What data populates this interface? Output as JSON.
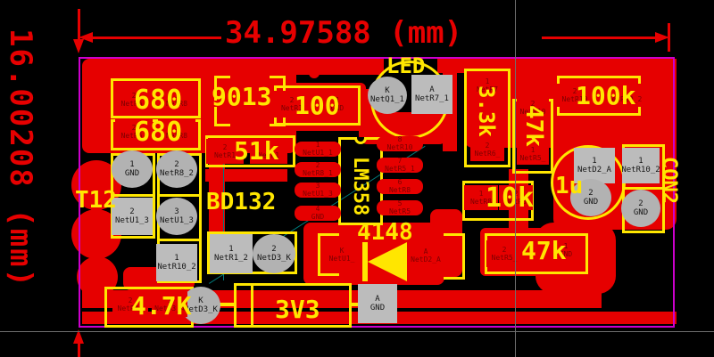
{
  "app": {
    "view": "pcb-layout-canvas"
  },
  "dimension_labels": {
    "width": "34.97588 (mm)",
    "height": "16.00208 (mm)"
  },
  "silkscreen_labels": [
    {
      "text": "680"
    },
    {
      "text": "680"
    },
    {
      "text": "9013"
    },
    {
      "text": "100"
    },
    {
      "text": "51k"
    },
    {
      "text": "LED"
    },
    {
      "text": "3.3k"
    },
    {
      "text": "47k"
    },
    {
      "text": "100k"
    },
    {
      "text": "LM358"
    },
    {
      "text": "10k"
    },
    {
      "text": "1u"
    },
    {
      "text": "CON2"
    },
    {
      "text": "T12"
    },
    {
      "text": "BD132"
    },
    {
      "text": "4148"
    },
    {
      "text": "47k"
    },
    {
      "text": "4.7K"
    },
    {
      "text": "3V3"
    }
  ],
  "gray_pads": [
    {
      "pin": "K",
      "net": "NetQ1_1"
    },
    {
      "pin": "A",
      "net": "NetR7_1"
    },
    {
      "pin": "1",
      "net": "GND"
    },
    {
      "pin": "2",
      "net": "NetR8_2"
    },
    {
      "pin": "2",
      "net": "NetU1_3"
    },
    {
      "pin": "3",
      "net": "NetU1_3"
    },
    {
      "pin": "1",
      "net": "NetR10_2"
    },
    {
      "pin": "1",
      "net": "NetR1_2"
    },
    {
      "pin": "2",
      "net": "NetD3_K"
    },
    {
      "pin": "K",
      "net": "NetD3_K"
    },
    {
      "pin": "A",
      "net": "GND"
    },
    {
      "pin": "1",
      "net": "NetD2_A"
    },
    {
      "pin": "2",
      "net": "GND"
    },
    {
      "pin": "1",
      "net": "NetR10_2"
    },
    {
      "pin": "2",
      "net": "GND"
    }
  ],
  "red_pads": [
    {
      "pin": "2",
      "net": "NetR6_"
    },
    {
      "pin": "1",
      "net": "NetR8"
    },
    {
      "pin": "2",
      "net": "NetR6_"
    },
    {
      "pin": "1",
      "net": "NetR8"
    },
    {
      "pin": "2",
      "net": "NetR1"
    },
    {
      "pin": "1",
      "net": "GND"
    },
    {
      "pin": "2",
      "net": "NetR1"
    },
    {
      "pin": "1",
      "net": "NetR1"
    },
    {
      "pin": "1",
      "net": "NetR7"
    },
    {
      "pin": "2",
      "net": "NetR6_"
    },
    {
      "pin": "2",
      "net": "NetR10"
    },
    {
      "pin": "1",
      "net": "NetR5_"
    },
    {
      "pin": "2",
      "net": "NetR10"
    },
    {
      "pin": "1",
      "net": "NetR10_2"
    },
    {
      "pin": "1",
      "net": "NetR8"
    },
    {
      "pin": "2",
      "net": "NetR5"
    },
    {
      "pin": "2",
      "net": "NetR5_"
    },
    {
      "pin": "1",
      "net": "GND"
    },
    {
      "pin": "2",
      "net": "NetR10"
    },
    {
      "pin": "1",
      "net": "NetD3_A"
    },
    {
      "pin": "K",
      "net": "NetU1_"
    },
    {
      "pin": "A",
      "net": "NetD2_A"
    },
    {
      "pin": "1",
      "net": "NetU1_1"
    },
    {
      "pin": "2",
      "net": "NetR8_1"
    },
    {
      "pin": "3",
      "net": "NetU1_3"
    },
    {
      "pin": "4",
      "net": "GND"
    },
    {
      "pin": "8",
      "net": "NetR10"
    },
    {
      "pin": "7",
      "net": "NetR5_1"
    },
    {
      "pin": "6",
      "net": "NetR8"
    },
    {
      "pin": "5",
      "net": "NetR5"
    }
  ],
  "colors": {
    "copper": "#e60000",
    "silkscreen": "#ffe600",
    "board_outline": "#cc00cc",
    "pad_gray": "#bcbcbc",
    "annotation_red": "#e60000",
    "ratsnest_teal": "#007a7a",
    "crosshair_gray": "#6e6e6e"
  }
}
